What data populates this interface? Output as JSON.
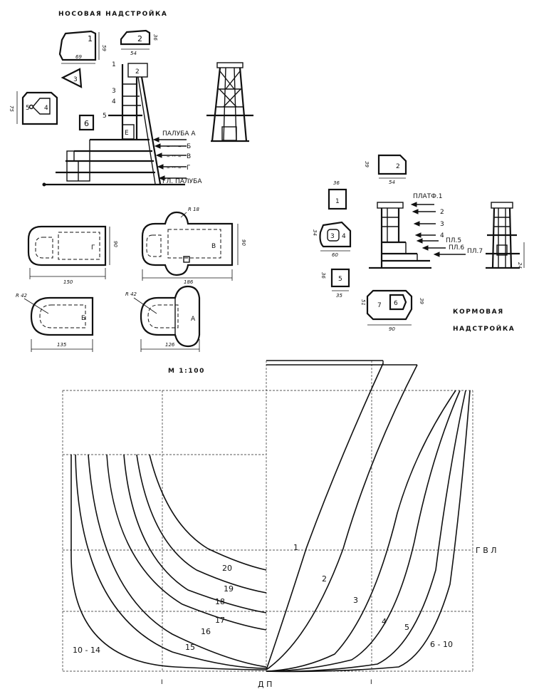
{
  "titles": {
    "bow": "НОСОВАЯ НАДСТРОЙКА",
    "stern_line1": "КОРМОВАЯ",
    "stern_line2": "НАДСТРОЙКА",
    "scale": "М 1:100"
  },
  "bow_parts": {
    "p1": {
      "num": "1",
      "w": "69",
      "h": "59"
    },
    "p2": {
      "num": "2",
      "w": "54",
      "h": "36"
    },
    "p3": {
      "num": "3"
    },
    "p45": {
      "num_a": "5",
      "num_b": "4",
      "h": "75"
    },
    "p6": {
      "num": "6"
    }
  },
  "bow_tower": {
    "levels": [
      "1",
      "2",
      "3",
      "4",
      "5"
    ],
    "inner_label": "Е"
  },
  "decks": {
    "a": "ПАЛУБА  А",
    "b": "Б",
    "v": "В",
    "g": "Г",
    "main": "ГЛ. ПАЛУБА",
    "ditto": "–  ·· –"
  },
  "deck_plans": {
    "g": {
      "letter": "Г",
      "w": "150",
      "h": "90"
    },
    "v": {
      "letter": "В",
      "w": "186",
      "h": "90",
      "radius": "R 18"
    },
    "b": {
      "letter": "Б",
      "w": "135",
      "radius": "R 42"
    },
    "a": {
      "letter": "А",
      "w": "126",
      "radius": "R 42"
    }
  },
  "stern_parts": {
    "p1": {
      "num": "1",
      "w": "36"
    },
    "p2": {
      "num": "2",
      "w": "54",
      "h": "39"
    },
    "p34": {
      "num_a": "3",
      "num_b": "4",
      "w": "60",
      "h": "34"
    },
    "p5": {
      "num": "5",
      "w": "35",
      "h": "36"
    },
    "p67": {
      "num_a": "7",
      "num_b": "6",
      "w": "90",
      "h1": "51",
      "h2": "39"
    },
    "height_dim": "24"
  },
  "stern_labels": {
    "plat1": "ПЛАТФ.1",
    "n2": "2",
    "n3": "3",
    "n4": "4",
    "pl5": "ПЛ.5",
    "pl6": "ПЛ.6",
    "pl7": "ПЛ.7"
  },
  "body_plan": {
    "stations_aft": [
      "10 - 14",
      "15",
      "16",
      "17",
      "18",
      "19",
      "20"
    ],
    "stations_fwd": [
      "1",
      "2",
      "3",
      "4",
      "5",
      "6 - 10"
    ],
    "waterline_label": "Г В Л",
    "centerline_label": "Д П",
    "tick_left": "I",
    "tick_right": "I"
  }
}
